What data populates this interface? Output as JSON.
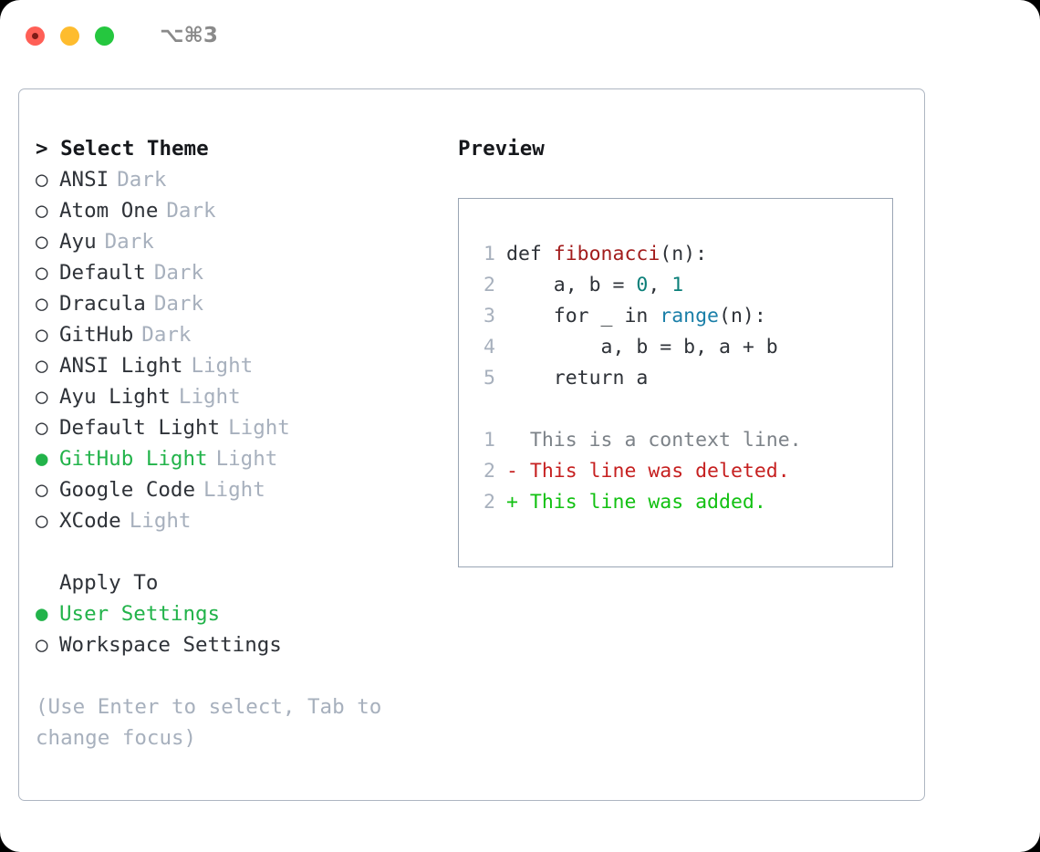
{
  "titlebar": {
    "shortcut": "⌥⌘3",
    "buttons": [
      {
        "name": "close",
        "color": "#ff5f56"
      },
      {
        "name": "minimize",
        "color": "#febc2e"
      },
      {
        "name": "maximize",
        "color": "#25c73f"
      }
    ]
  },
  "theme_selector": {
    "heading": "> Select Theme",
    "marker_selected": "●",
    "marker_unselected": "○",
    "items": [
      {
        "label": "ANSI",
        "variant": "Dark",
        "selected": false
      },
      {
        "label": "Atom One",
        "variant": "Dark",
        "selected": false
      },
      {
        "label": "Ayu",
        "variant": "Dark",
        "selected": false
      },
      {
        "label": "Default",
        "variant": "Dark",
        "selected": false
      },
      {
        "label": "Dracula",
        "variant": "Dark",
        "selected": false
      },
      {
        "label": "GitHub",
        "variant": "Dark",
        "selected": false
      },
      {
        "label": "ANSI Light",
        "variant": "Light",
        "selected": false
      },
      {
        "label": "Ayu Light",
        "variant": "Light",
        "selected": false
      },
      {
        "label": "Default Light",
        "variant": "Light",
        "selected": false
      },
      {
        "label": "GitHub Light",
        "variant": "Light",
        "selected": true
      },
      {
        "label": "Google Code",
        "variant": "Light",
        "selected": false
      },
      {
        "label": "XCode",
        "variant": "Light",
        "selected": false
      }
    ]
  },
  "apply_to": {
    "heading": "Apply To",
    "items": [
      {
        "label": "User Settings",
        "selected": true
      },
      {
        "label": "Workspace Settings",
        "selected": false
      }
    ]
  },
  "hint": "(Use Enter to select, Tab to change focus)",
  "preview": {
    "heading": "Preview",
    "code_lines": [
      {
        "number": "1",
        "tokens": [
          {
            "text": "def ",
            "type": "plain"
          },
          {
            "text": "fibonacci",
            "type": "func"
          },
          {
            "text": "(n):",
            "type": "plain"
          }
        ]
      },
      {
        "number": "2",
        "tokens": [
          {
            "text": "    a, b = ",
            "type": "plain"
          },
          {
            "text": "0",
            "type": "num"
          },
          {
            "text": ", ",
            "type": "plain"
          },
          {
            "text": "1",
            "type": "num"
          }
        ]
      },
      {
        "number": "3",
        "tokens": [
          {
            "text": "    for _ in ",
            "type": "plain"
          },
          {
            "text": "range",
            "type": "call"
          },
          {
            "text": "(n):",
            "type": "plain"
          }
        ]
      },
      {
        "number": "4",
        "tokens": [
          {
            "text": "        a, b = b, a + b",
            "type": "plain"
          }
        ]
      },
      {
        "number": "5",
        "tokens": [
          {
            "text": "    return a",
            "type": "plain"
          }
        ]
      }
    ],
    "diff_lines": [
      {
        "number": "1",
        "prefix": "  ",
        "text": "This is a context line.",
        "type": "ctx"
      },
      {
        "number": "2",
        "prefix": "- ",
        "text": "This line was deleted.",
        "type": "del"
      },
      {
        "number": "2",
        "prefix": "+ ",
        "text": "This line was added.",
        "type": "add"
      }
    ]
  },
  "colors": {
    "accent_green": "#22b34a",
    "muted": "#a7b0bd",
    "text": "#2e3238",
    "panel_border": "#aeb6c2",
    "code_border": "#9aa5b4",
    "syntax_function": "#a21c1c",
    "syntax_number": "#0b7f79",
    "syntax_call": "#1a7fa8",
    "diff_delete": "#c62020",
    "diff_add": "#12c112",
    "diff_context": "#7c8288"
  }
}
